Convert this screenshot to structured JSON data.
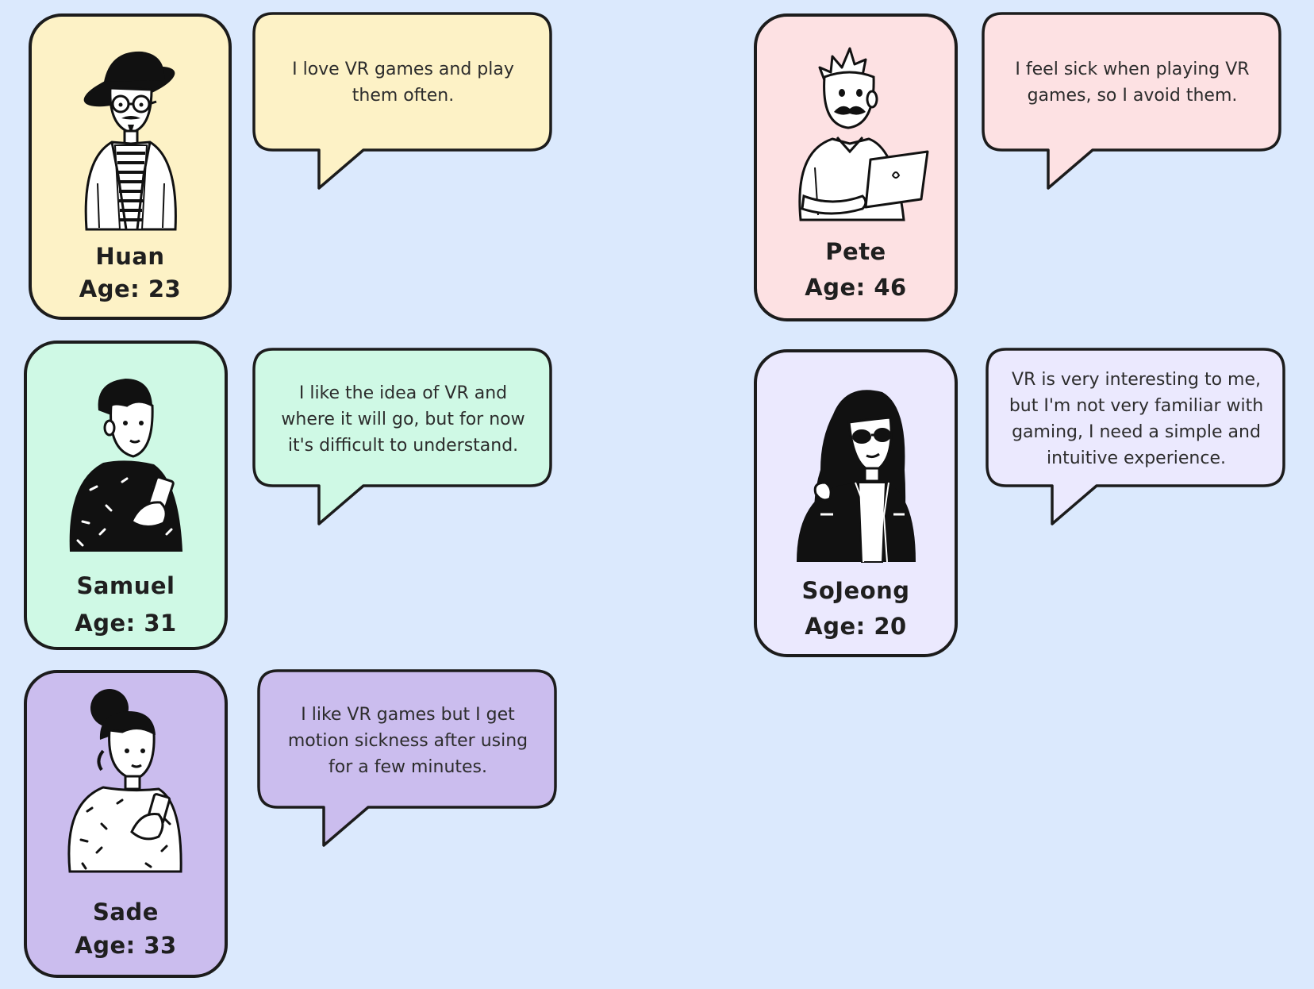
{
  "personas": [
    {
      "name": "Huan",
      "age": "Age: 23",
      "quote": "I love VR games and play them often.",
      "color": "#fdf2c6"
    },
    {
      "name": "Samuel",
      "age": "Age: 31",
      "quote": "I like the idea of VR and where it will go, but for now it's difficult to understand.",
      "color": "#cff9e5"
    },
    {
      "name": "Sade",
      "age": "Age: 33",
      "quote": "I like VR games but I get motion sickness after using for a few minutes.",
      "color": "#cbbdee"
    },
    {
      "name": "Pete",
      "age": "Age: 46",
      "quote": "I feel sick when playing VR games, so I avoid them.",
      "color": "#fde1e3"
    },
    {
      "name": "SoJeong",
      "age": "Age: 20",
      "quote": "VR is very interesting to  me, but I'm not very familiar with gaming, I need a simple and intuitive experience.",
      "color": "#ebe9fe"
    }
  ],
  "icons": {
    "huan": "person-hat-glasses-icon",
    "samuel": "person-phone-icon",
    "sade": "person-bun-phone-icon",
    "pete": "person-laptop-mustache-icon",
    "sojeong": "person-sunglasses-icon"
  },
  "colors": {
    "background": "#dbe9fd",
    "outline": "#1c1c1c"
  }
}
